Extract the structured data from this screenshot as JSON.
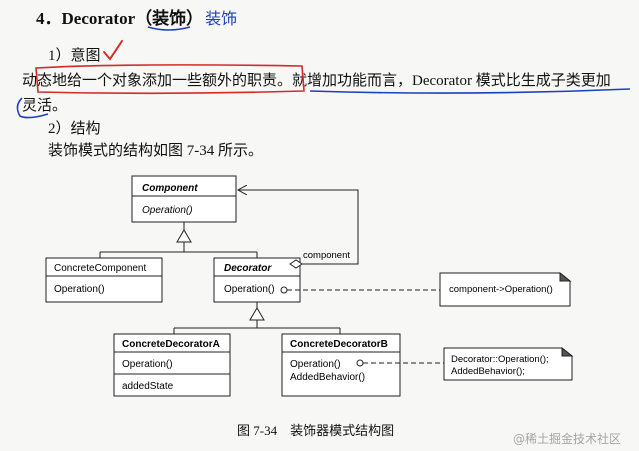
{
  "heading": {
    "text": "4．Decorator（装饰）",
    "handwritten_note": "装饰"
  },
  "intent": {
    "title": "1）意图",
    "line1": "动态地给一个对象添加一些额外的职责。就增加功能而言，Decorator 模式比生成子类更加",
    "line2": "灵活。"
  },
  "structure": {
    "title": "2）结构",
    "description": "装饰模式的结构如图 7-34 所示。"
  },
  "diagram": {
    "component": {
      "name": "Component",
      "operation": "Operation()"
    },
    "concrete_component": {
      "name": "ConcreteComponent",
      "operation": "Operation()"
    },
    "decorator": {
      "name": "Decorator",
      "operation": "Operation()"
    },
    "decorator_a": {
      "name": "ConcreteDecoratorA",
      "operation": "Operation()",
      "state": "addedState"
    },
    "decorator_b": {
      "name": "ConcreteDecoratorB",
      "operation": "Operation()",
      "behavior": "AddedBehavior()"
    },
    "aggregation_label": "component",
    "note1": "component->Operation()",
    "note2_line1": "Decorator::Operation();",
    "note2_line2": "AddedBehavior();"
  },
  "caption": "图 7-34　装饰器模式结构图",
  "watermark": "@稀土掘金技术社区",
  "colors": {
    "annotation_red": "#d42a2a",
    "annotation_blue": "#1e3fbf"
  }
}
